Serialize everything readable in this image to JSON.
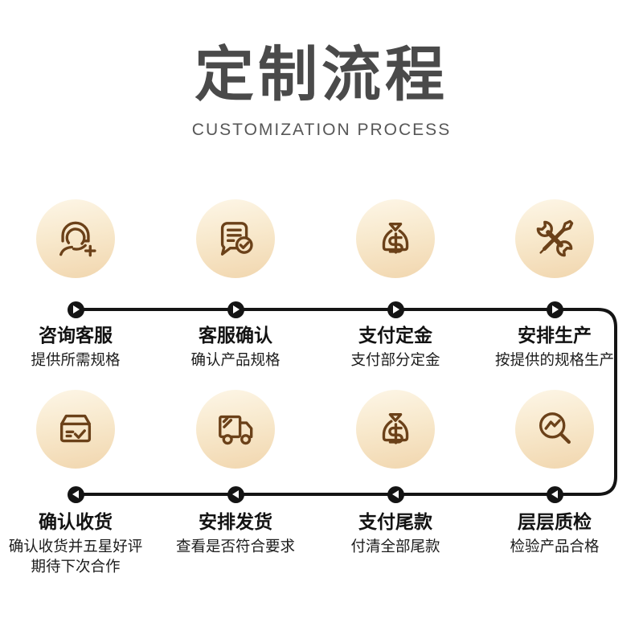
{
  "header": {
    "title": "定制流程",
    "subtitle": "CUSTOMIZATION PROCESS"
  },
  "steps": [
    {
      "title": "咨询客服",
      "sub": "提供所需规格",
      "icon": "headset-agent-icon"
    },
    {
      "title": "客服确认",
      "sub": "确认产品规格",
      "icon": "chat-check-icon"
    },
    {
      "title": "支付定金",
      "sub": "支付部分定金",
      "icon": "money-bag-icon"
    },
    {
      "title": "安排生产",
      "sub": "按提供的规格生产",
      "icon": "tools-icon"
    },
    {
      "title": "确认收货",
      "sub": "确认收货并五星好评",
      "sub2": "期待下次合作",
      "icon": "package-check-icon"
    },
    {
      "title": "安排发货",
      "sub": "查看是否符合要求",
      "icon": "truck-icon"
    },
    {
      "title": "支付尾款",
      "sub": "付清全部尾款",
      "icon": "money-bag-icon"
    },
    {
      "title": "层层质检",
      "sub": "检验产品合格",
      "icon": "magnifier-chart-icon"
    }
  ],
  "colors": {
    "title_text": "#4a4a4a",
    "subtitle_text": "#575757",
    "step_text": "#121212",
    "flow_line": "#141414",
    "circle_gradient_top": "#fdf6e7",
    "circle_gradient_bottom": "#f1d6ae",
    "icon_stroke": "#6b4119"
  }
}
